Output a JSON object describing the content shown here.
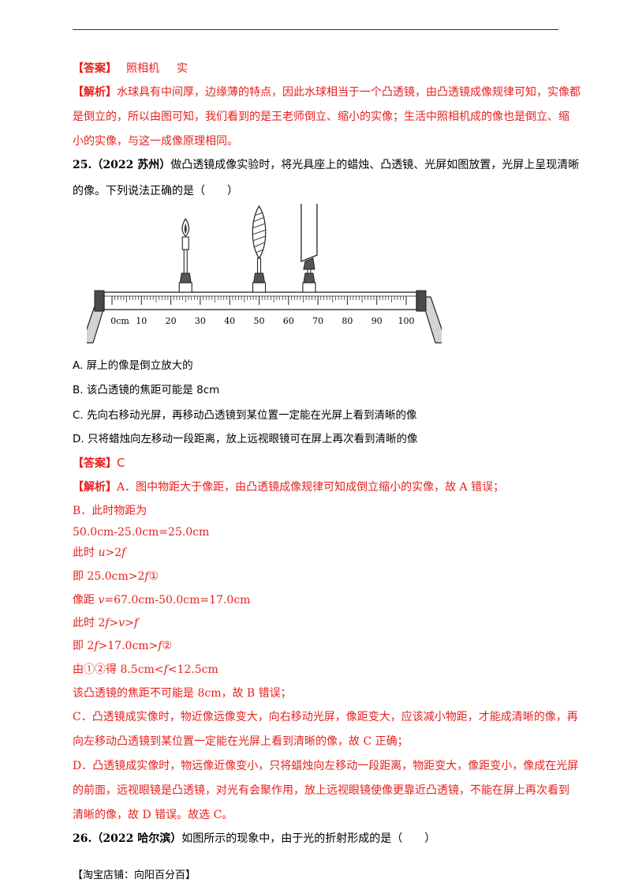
{
  "answer_prev": {
    "label": "【答案】",
    "v1": "照相机",
    "v2": "实"
  },
  "analysis_prev": {
    "tag": "【解析】",
    "line1": "水球具有中间厚，边缘薄的特点，因此水球相当于一个凸透镜，由凸透镜成像规律可知，实像都",
    "line2": "是倒立的，所以由图可知，我们看到的是王老师倒立、缩小的实像；生活中照相机成的像也是倒立、缩",
    "line3": "小的实像，与这一成像原理相同。"
  },
  "q25": {
    "num": "25.",
    "source": "（2022 苏州）",
    "stem1": "做凸透镜成像实验时，将光具座上的蜡烛、凸透镜、光屏如图放置，光屏上呈现清晰",
    "stem2": "的像。下列说法正确的是（　　）",
    "options": [
      "A.  屏上的像是倒立放大的",
      "B.  该凸透镜的焦距可能是 8cm",
      "C.  先向右移动光屏，再移动凸透镜到某位置一定能在光屏上看到清晰的像",
      "D.  只将蜡烛向左移动一段距离，放上远视眼镜可在屏上再次看到清晰的像"
    ],
    "figure": {
      "scale_labels": [
        "0cm",
        "10",
        "20",
        "30",
        "40",
        "50",
        "60",
        "70",
        "80",
        "90",
        "100"
      ],
      "candle_cm": 25,
      "lens_cm": 50,
      "screen_cm": 67
    }
  },
  "answer25": {
    "label": "【答案】",
    "value": "C"
  },
  "analysis25": {
    "tag": "【解析】",
    "a": "A．图中物距大于像距，由凸透镜成像规律可知成倒立缩小的实像，故 A 错误；",
    "b": "B．此时物距为",
    "l1": "50.0cm-25.0cm=25.0cm",
    "l2a": "此时 ",
    "l2b": "u",
    "l2c": ">2",
    "l2d": "f",
    "l3a": "即 25.0cm>2",
    "l3b": "f",
    "l3c": "①",
    "l4a": "像距 ",
    "l4b": "v",
    "l4c": "=67.0cm-50.0cm=17.0cm",
    "l5a": "此时 2",
    "l5b": "f",
    "l5c": ">",
    "l5d": "v",
    "l5e": ">",
    "l5f": "f",
    "l6a": "即 2",
    "l6b": "f",
    "l6c": ">17.0cm>",
    "l6d": "f",
    "l6e": "②",
    "l7a": "由①②得 8.5cm<",
    "l7b": "f",
    "l7c": "<12.5cm",
    "l8": "该凸透镜的焦距不可能是 8cm，故 B 错误；",
    "c1": "C．凸透镜成实像时，物近像远像变大，向右移动光屏，像距变大，应该减小物距，才能成清晰的像，再",
    "c2": "向左移动凸透镜到某位置一定能在光屏上看到清晰的像，故 C 正确；",
    "d1": "D．凸透镜成实像时，物远像近像变小，只将蜡烛向左移动一段距离，物距变大，像距变小，像成在光屏",
    "d2": "的前面，远视眼镜是凸透镜，对光有会聚作用，放上远视眼镜使像更靠近凸透镜，不能在屏上再次看到",
    "d3": "清晰的像，故 D 错误。故选 C。"
  },
  "q26": {
    "num": "26.",
    "source": "（2022 哈尔滨）",
    "stem": "如图所示的现象中，由于光的折射形成的是（　　）"
  },
  "footer": "【淘宝店铺：向阳百分百】"
}
